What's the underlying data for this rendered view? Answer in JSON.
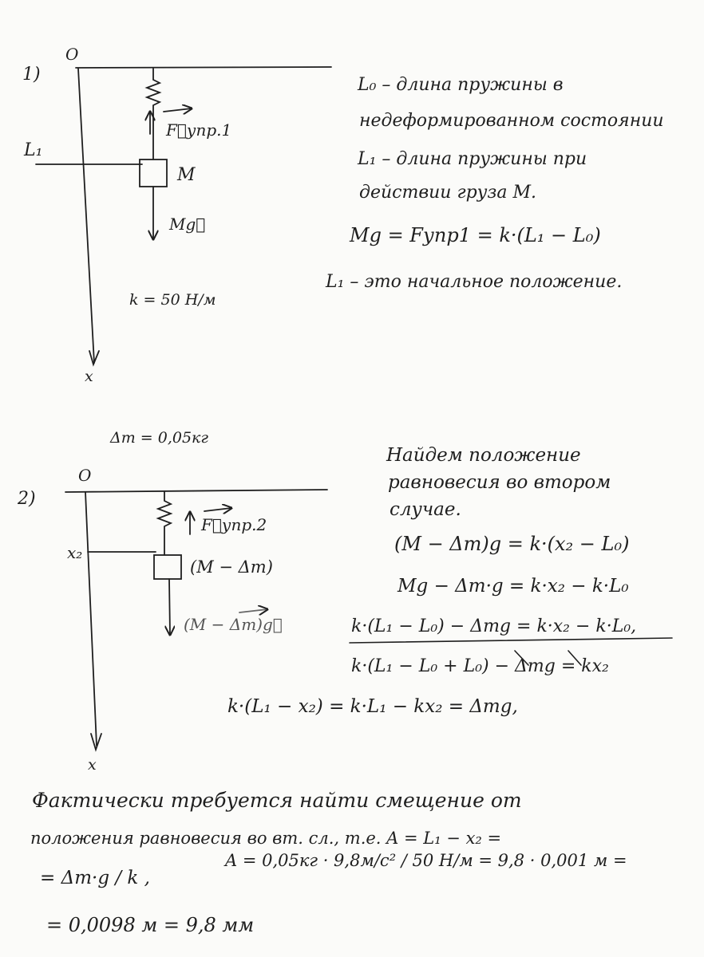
{
  "diagram1": {
    "number": "1)",
    "origin": "O",
    "level": "L₁",
    "force": "F⃗упр.1",
    "mass": "M",
    "weight": "Mg⃗",
    "k": "k = 50 Н/м",
    "axis": "x"
  },
  "diagram2": {
    "number": "2)",
    "dm": "Δm = 0,05кг",
    "origin": "O",
    "level": "x₂",
    "force": "F⃗упр.2",
    "mass": "(M − Δm)",
    "weight": "(M − Δm)g⃗",
    "axis": "x"
  },
  "notes1": [
    "L₀ – длина пружины в",
    "недеформированном состоянии",
    "L₁ – длина пружины при",
    "действии груза M.",
    "Mg = Fупр1 = k·(L₁ − L₀)",
    "L₁ – это начальное положение."
  ],
  "notes2": [
    "Найдем положение",
    "равновесия во втором",
    "случае.",
    "(M − Δm)g = k·(x₂ − L₀)",
    "Mg − Δm·g = k·x₂ − k·L₀",
    "k·(L₁ − L₀) − Δmg = k·x₂ − k·L₀,",
    "k·(L₁ − L₀ + L₀) − Δmg = kx₂",
    "k·(L₁ − x₂) = k·L₁ − kx₂ = Δmg,"
  ],
  "conclusion": [
    "Фактически требуется найти смещение от",
    "положения равновесия во вт. сл., т.е. A = L₁ − x₂ =",
    "= Δm·g / k ,",
    "A = 0,05кг · 9,8м/с² / 50 Н/м = 9,8 · 0,001 м =",
    "= 0,0098 м = 9,8 мм"
  ]
}
